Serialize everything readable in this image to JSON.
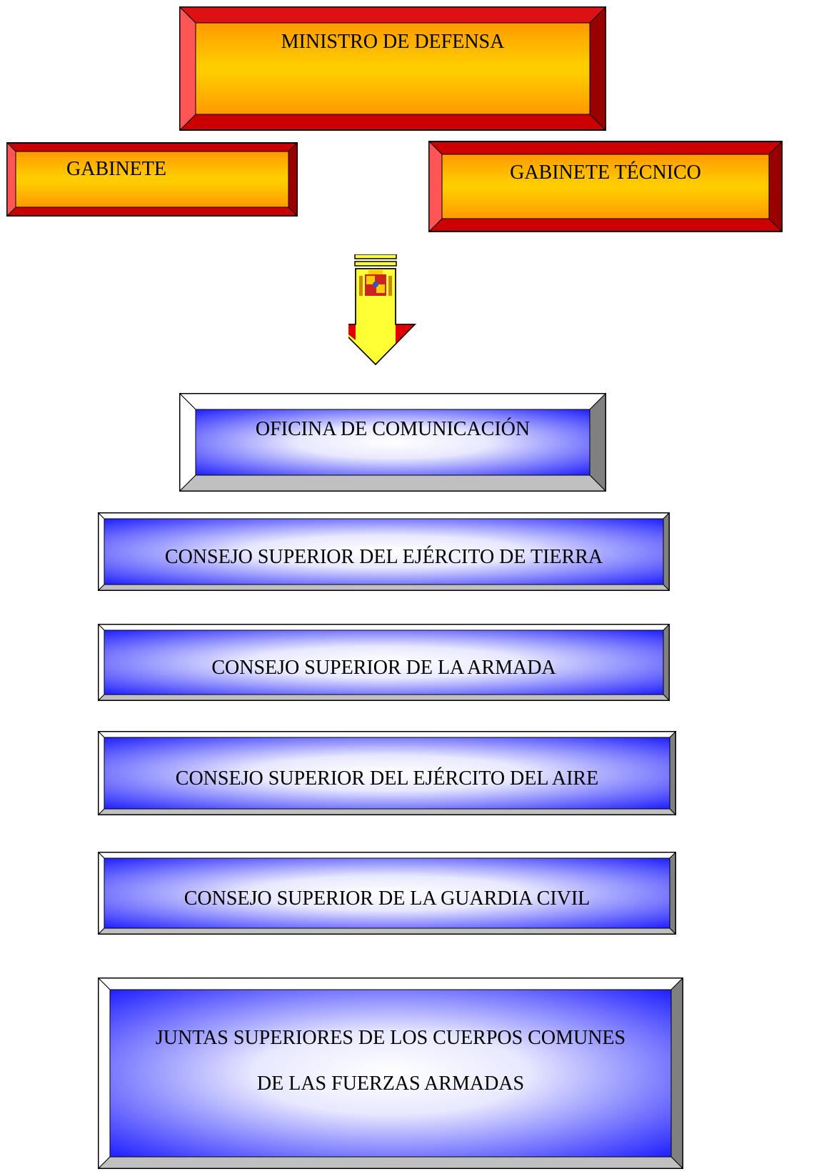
{
  "diagram": {
    "top": {
      "label": "MINISTRO DE DEFENSA"
    },
    "left_box": {
      "label": "GABINETE"
    },
    "right_box": {
      "label": "GABINETE TÉCNICO"
    },
    "arrow": {
      "icon": "spain-coat-of-arms-arrow-icon",
      "colors": {
        "red": "#e00000",
        "yellow": "#ffff33"
      }
    },
    "blue_boxes": [
      {
        "label": "OFICINA DE COMUNICACIÓN"
      },
      {
        "label": "CONSEJO SUPERIOR DEL EJÉRCITO DE TIERRA"
      },
      {
        "label": "CONSEJO SUPERIOR DE LA ARMADA"
      },
      {
        "label": "CONSEJO SUPERIOR DEL EJÉRCITO DEL AIRE"
      },
      {
        "label": "CONSEJO SUPERIOR DE LA GUARDIA CIVIL"
      },
      {
        "label_line1": "JUNTAS SUPERIORES DE LOS CUERPOS COMUNES",
        "label_line2": "DE LAS FUERZAS ARMADAS"
      }
    ],
    "colors": {
      "red_frame": "#cc0000",
      "red_light": "#ff5555",
      "red_dark": "#990000",
      "orange_face": "#ff9900",
      "yellow_face": "#ffcc00",
      "blue_face": "#3333ff",
      "grey_frame": "#c0c0c0",
      "grey_dark": "#808080"
    }
  }
}
